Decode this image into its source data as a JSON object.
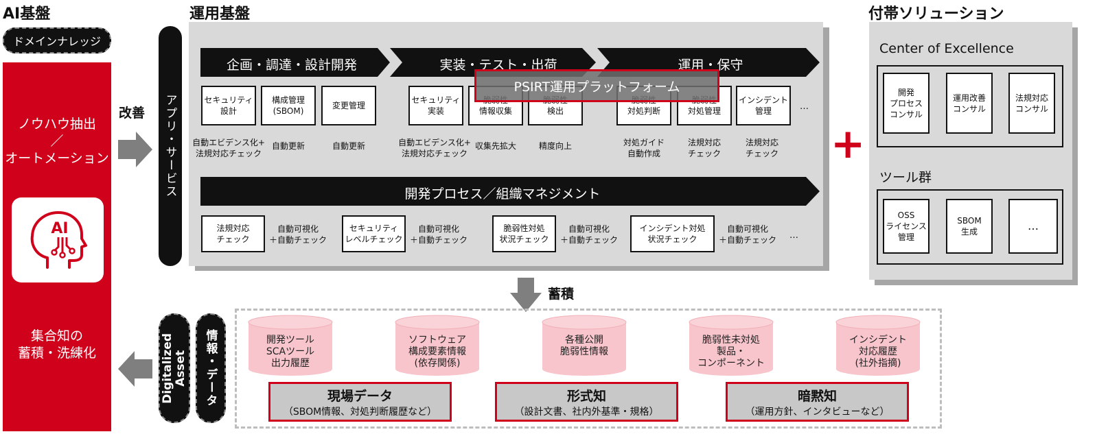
{
  "ai_base": {
    "title": "AI基盤",
    "domain_knowledge": "ドメインナレッジ",
    "knowhow": "ノウハウ抽出",
    "slash": "／",
    "automation": "オートメーション",
    "ai_badge": "AI",
    "collective_1": "集合知の",
    "collective_2": "蓄積・洗練化"
  },
  "arrows": {
    "improve": "改善",
    "accumulate": "蓄積"
  },
  "app_service": "アプリ・サービス",
  "ops_base": {
    "title": "運用基盤",
    "phases": [
      "企画・調達・設計開発",
      "実装・テスト・出荷",
      "運用・保守"
    ],
    "platform": "PSIRT運用プラットフォーム",
    "boxes": [
      "セキュリティ\n設計",
      "構成管理\n(SBOM)",
      "変更管理",
      "セキュリティ\n実装",
      "脆弱性\n情報収集",
      "脆弱性\n検出",
      "脆弱性\n対処判断",
      "脆弱性\n対処管理",
      "インシデント\n管理"
    ],
    "ellipsis": "…",
    "notes": [
      "自動エビデンス化+\n法規対応チェック",
      "自動更新",
      "自動更新",
      "自動エビデンス化+\n法規対応チェック",
      "収集先拡大",
      "精度向上",
      "対処ガイド\n自動作成",
      "法規対応\nチェック",
      "法規対応\nチェック"
    ],
    "process_banner": "開発プロセス／組織マネジメント",
    "checks": [
      {
        "box": "法規対応\nチェック",
        "note": "自動可視化\n＋自動チェック"
      },
      {
        "box": "セキュリティ\nレベルチェック",
        "note": "自動可視化\n＋自動チェック"
      },
      {
        "box": "脆弱性対処\n状況チェック",
        "note": "自動可視化\n＋自動チェック"
      },
      {
        "box": "インシデント対処\n状況チェック",
        "note": "自動可視化\n＋自動チェック"
      }
    ],
    "check_ellipsis": "…"
  },
  "solutions": {
    "title": "付帯ソリューション",
    "plus": "+",
    "coe": "Center of Excellence",
    "coe_items": [
      "開発\nプロセス\nコンサル",
      "運用改善\nコンサル",
      "法規対応\nコンサル"
    ],
    "tools": "ツール群",
    "tool_items": [
      "OSS\nライセンス\n管理",
      "SBOM\n生成",
      "…"
    ]
  },
  "data_area": {
    "digitalized": "Digitalized\nAsset",
    "info_data": "情報・データ",
    "cylinders": [
      "開発ツール\nSCAツール\n出力履歴",
      "ソフトウェア\n構成要素情報\n(依存関係)",
      "各種公開\n脆弱性情報",
      "脆弱性未対処\n製品・\nコンポーネント",
      "インシデント\n対応履歴\n(社外指摘)"
    ],
    "categories": [
      {
        "title": "現場データ",
        "sub": "（SBOM情報、対処判断履歴など）"
      },
      {
        "title": "形式知",
        "sub": "（設計文書、社内外基準・規格）"
      },
      {
        "title": "暗黙知",
        "sub": "（運用方針、インタビューなど）"
      }
    ]
  },
  "colors": {
    "red": "#d0021b",
    "black": "#111111",
    "gray_panel": "#d9d9d9",
    "arrow_gray": "#7f7f7f",
    "cylinder_pink": "#f7c5cb"
  }
}
